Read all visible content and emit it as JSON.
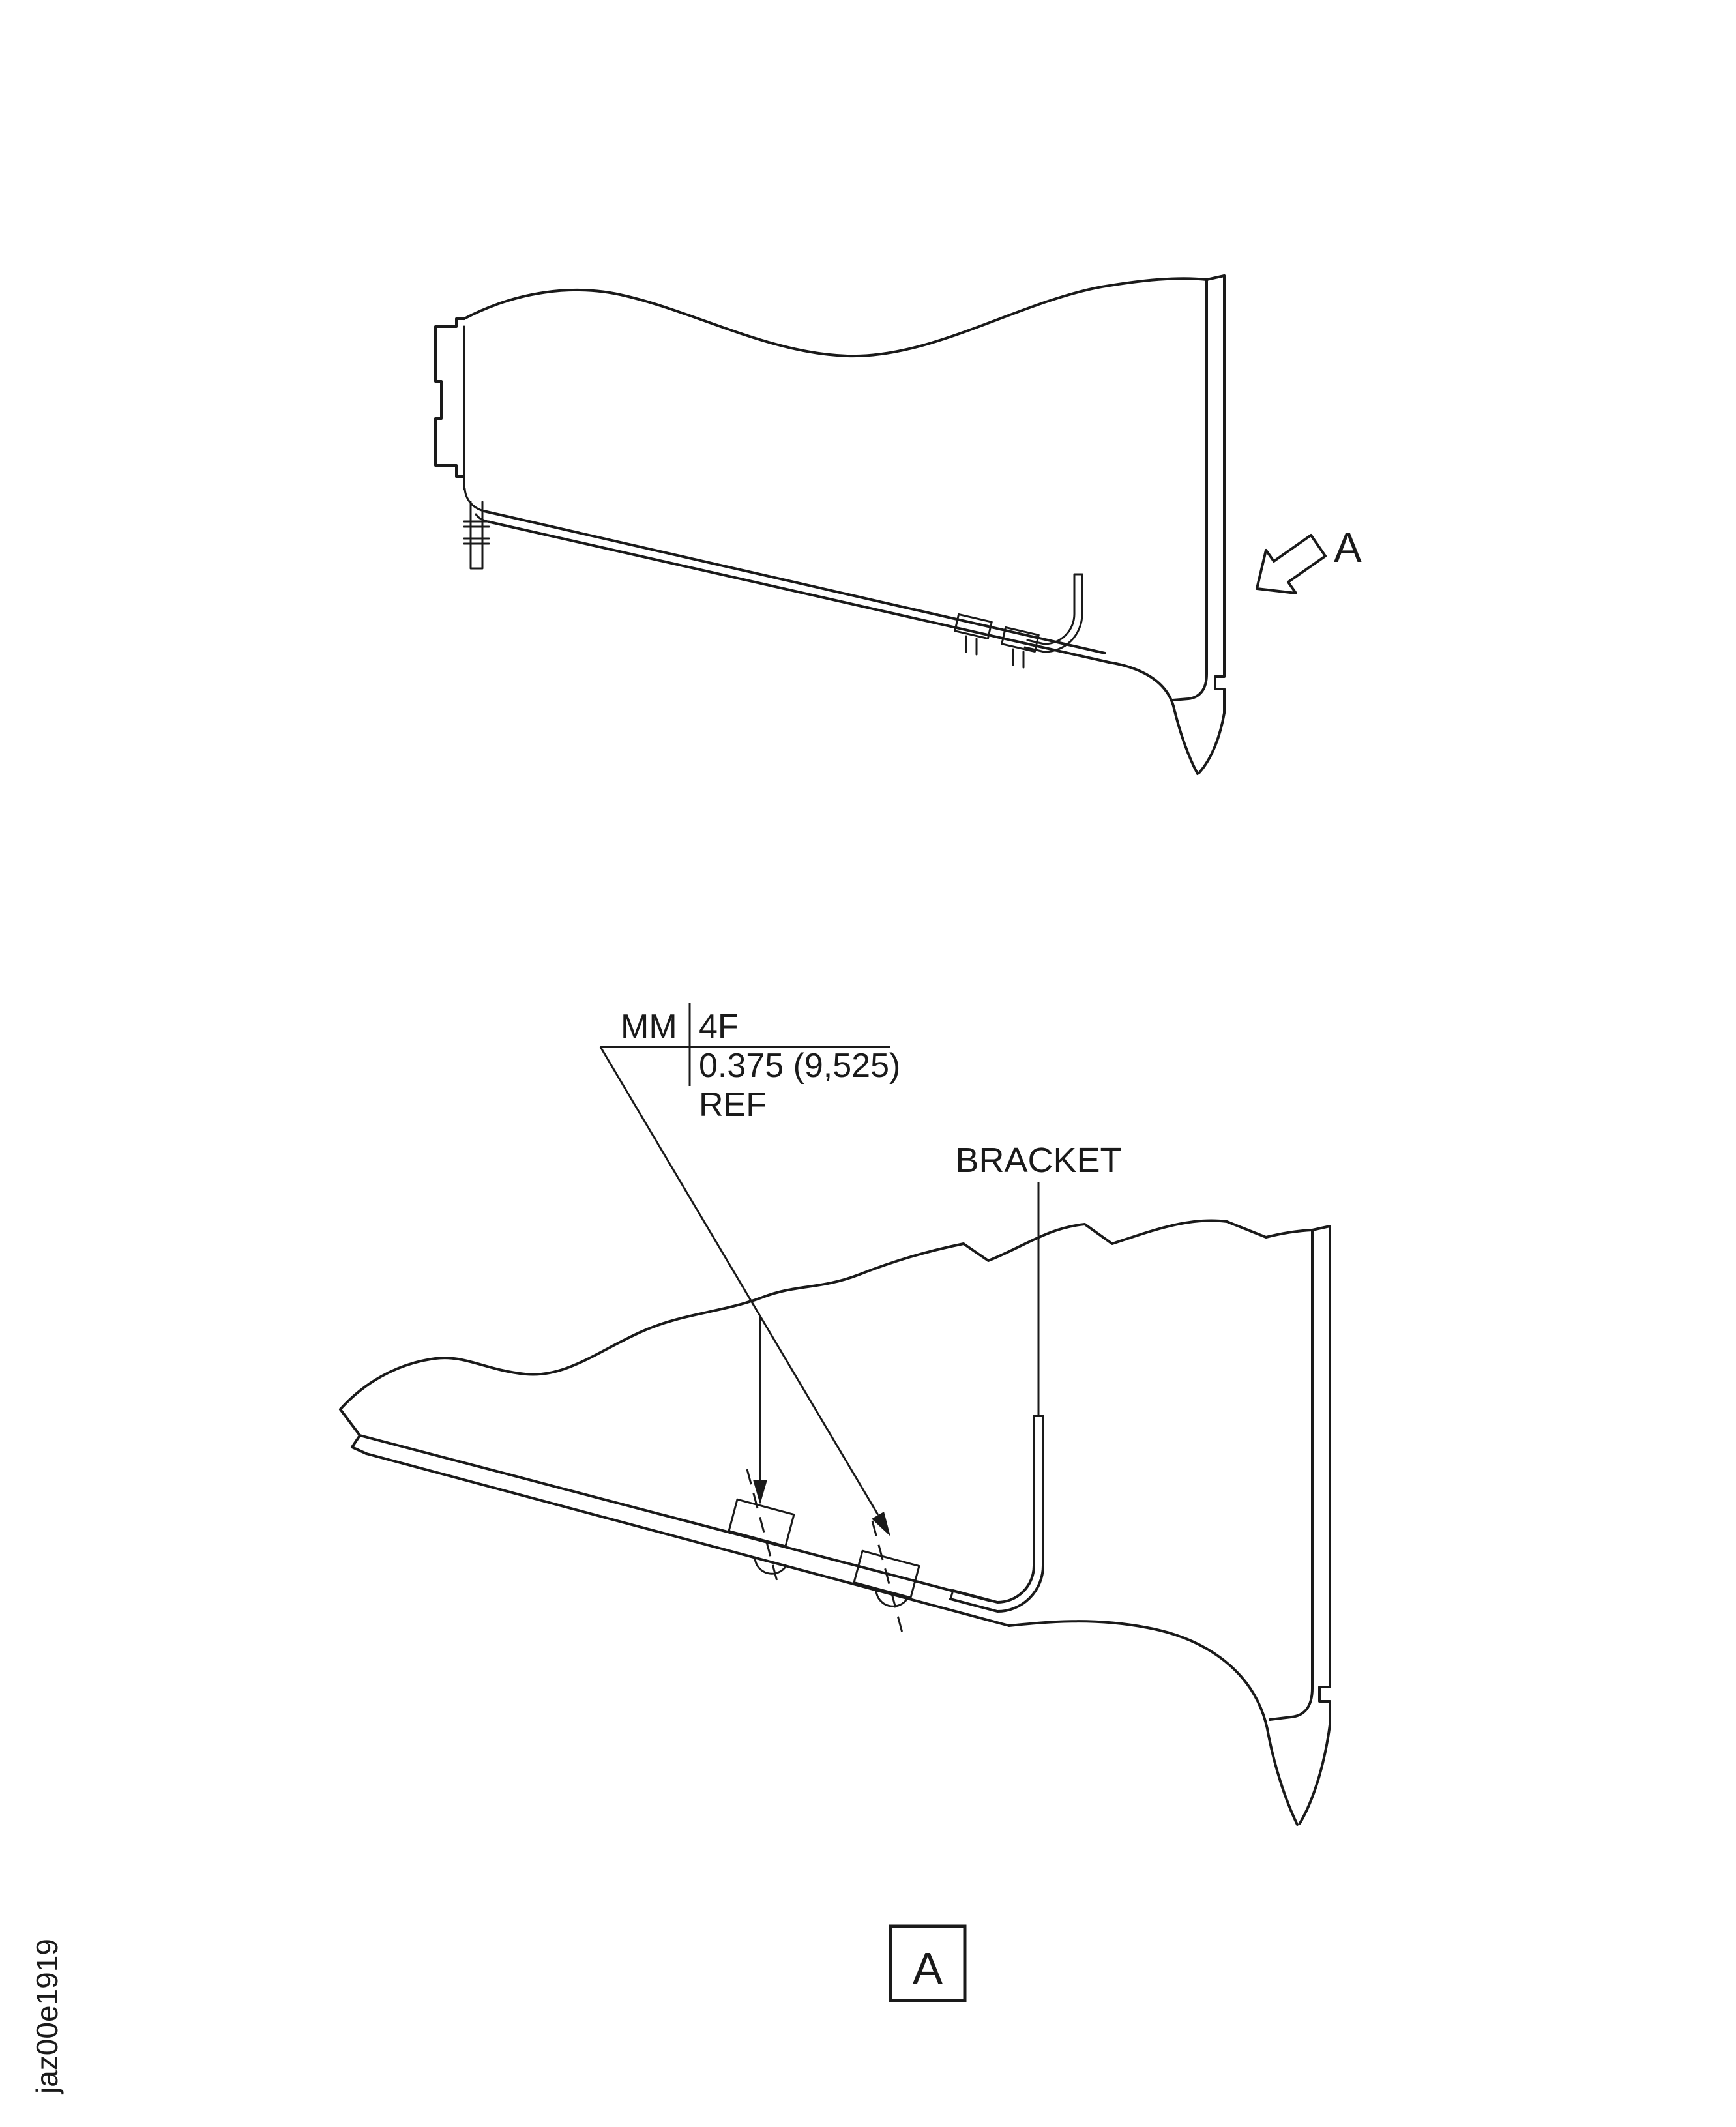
{
  "page": {
    "background_color": "#ffffff",
    "line_color": "#1a1a1a",
    "kind": "technical-illustration"
  },
  "overview": {
    "view_arrow_label": "A"
  },
  "detail": {
    "callout": {
      "col1": "MM",
      "col2": "4F",
      "dimension": "0.375 (9,525)",
      "ref": "REF"
    },
    "bracket_label": "BRACKET",
    "detail_box_label": "A"
  },
  "footer": {
    "doc_code": "jaz00e1919"
  }
}
